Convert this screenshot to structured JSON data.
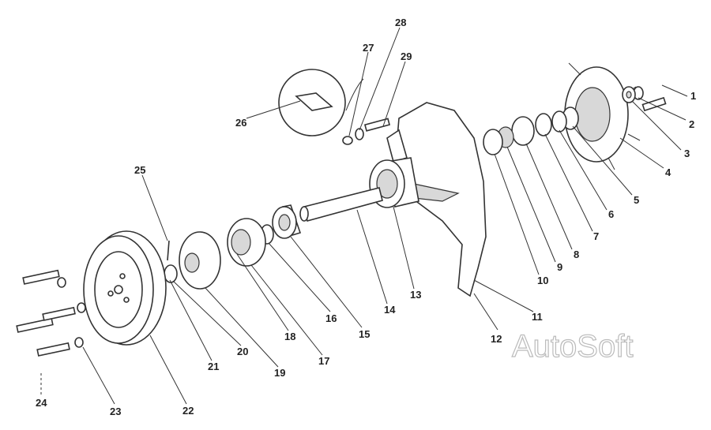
{
  "diagram": {
    "watermark": "AutoSoft",
    "callouts": {
      "c1": "1",
      "c2": "2",
      "c3": "3",
      "c4": "4",
      "c5": "5",
      "c6": "6",
      "c7": "7",
      "c8": "8",
      "c9": "9",
      "c10": "10",
      "c11": "11",
      "c12": "12",
      "c13": "13",
      "c14": "14",
      "c15": "15",
      "c16": "16",
      "c17": "17",
      "c18": "18",
      "c19": "19",
      "c20": "20",
      "c21": "21",
      "c22": "22",
      "c23": "23",
      "c24": "24",
      "c25": "25",
      "c26": "26",
      "c27": "27",
      "c28": "28",
      "c29": "29"
    }
  }
}
